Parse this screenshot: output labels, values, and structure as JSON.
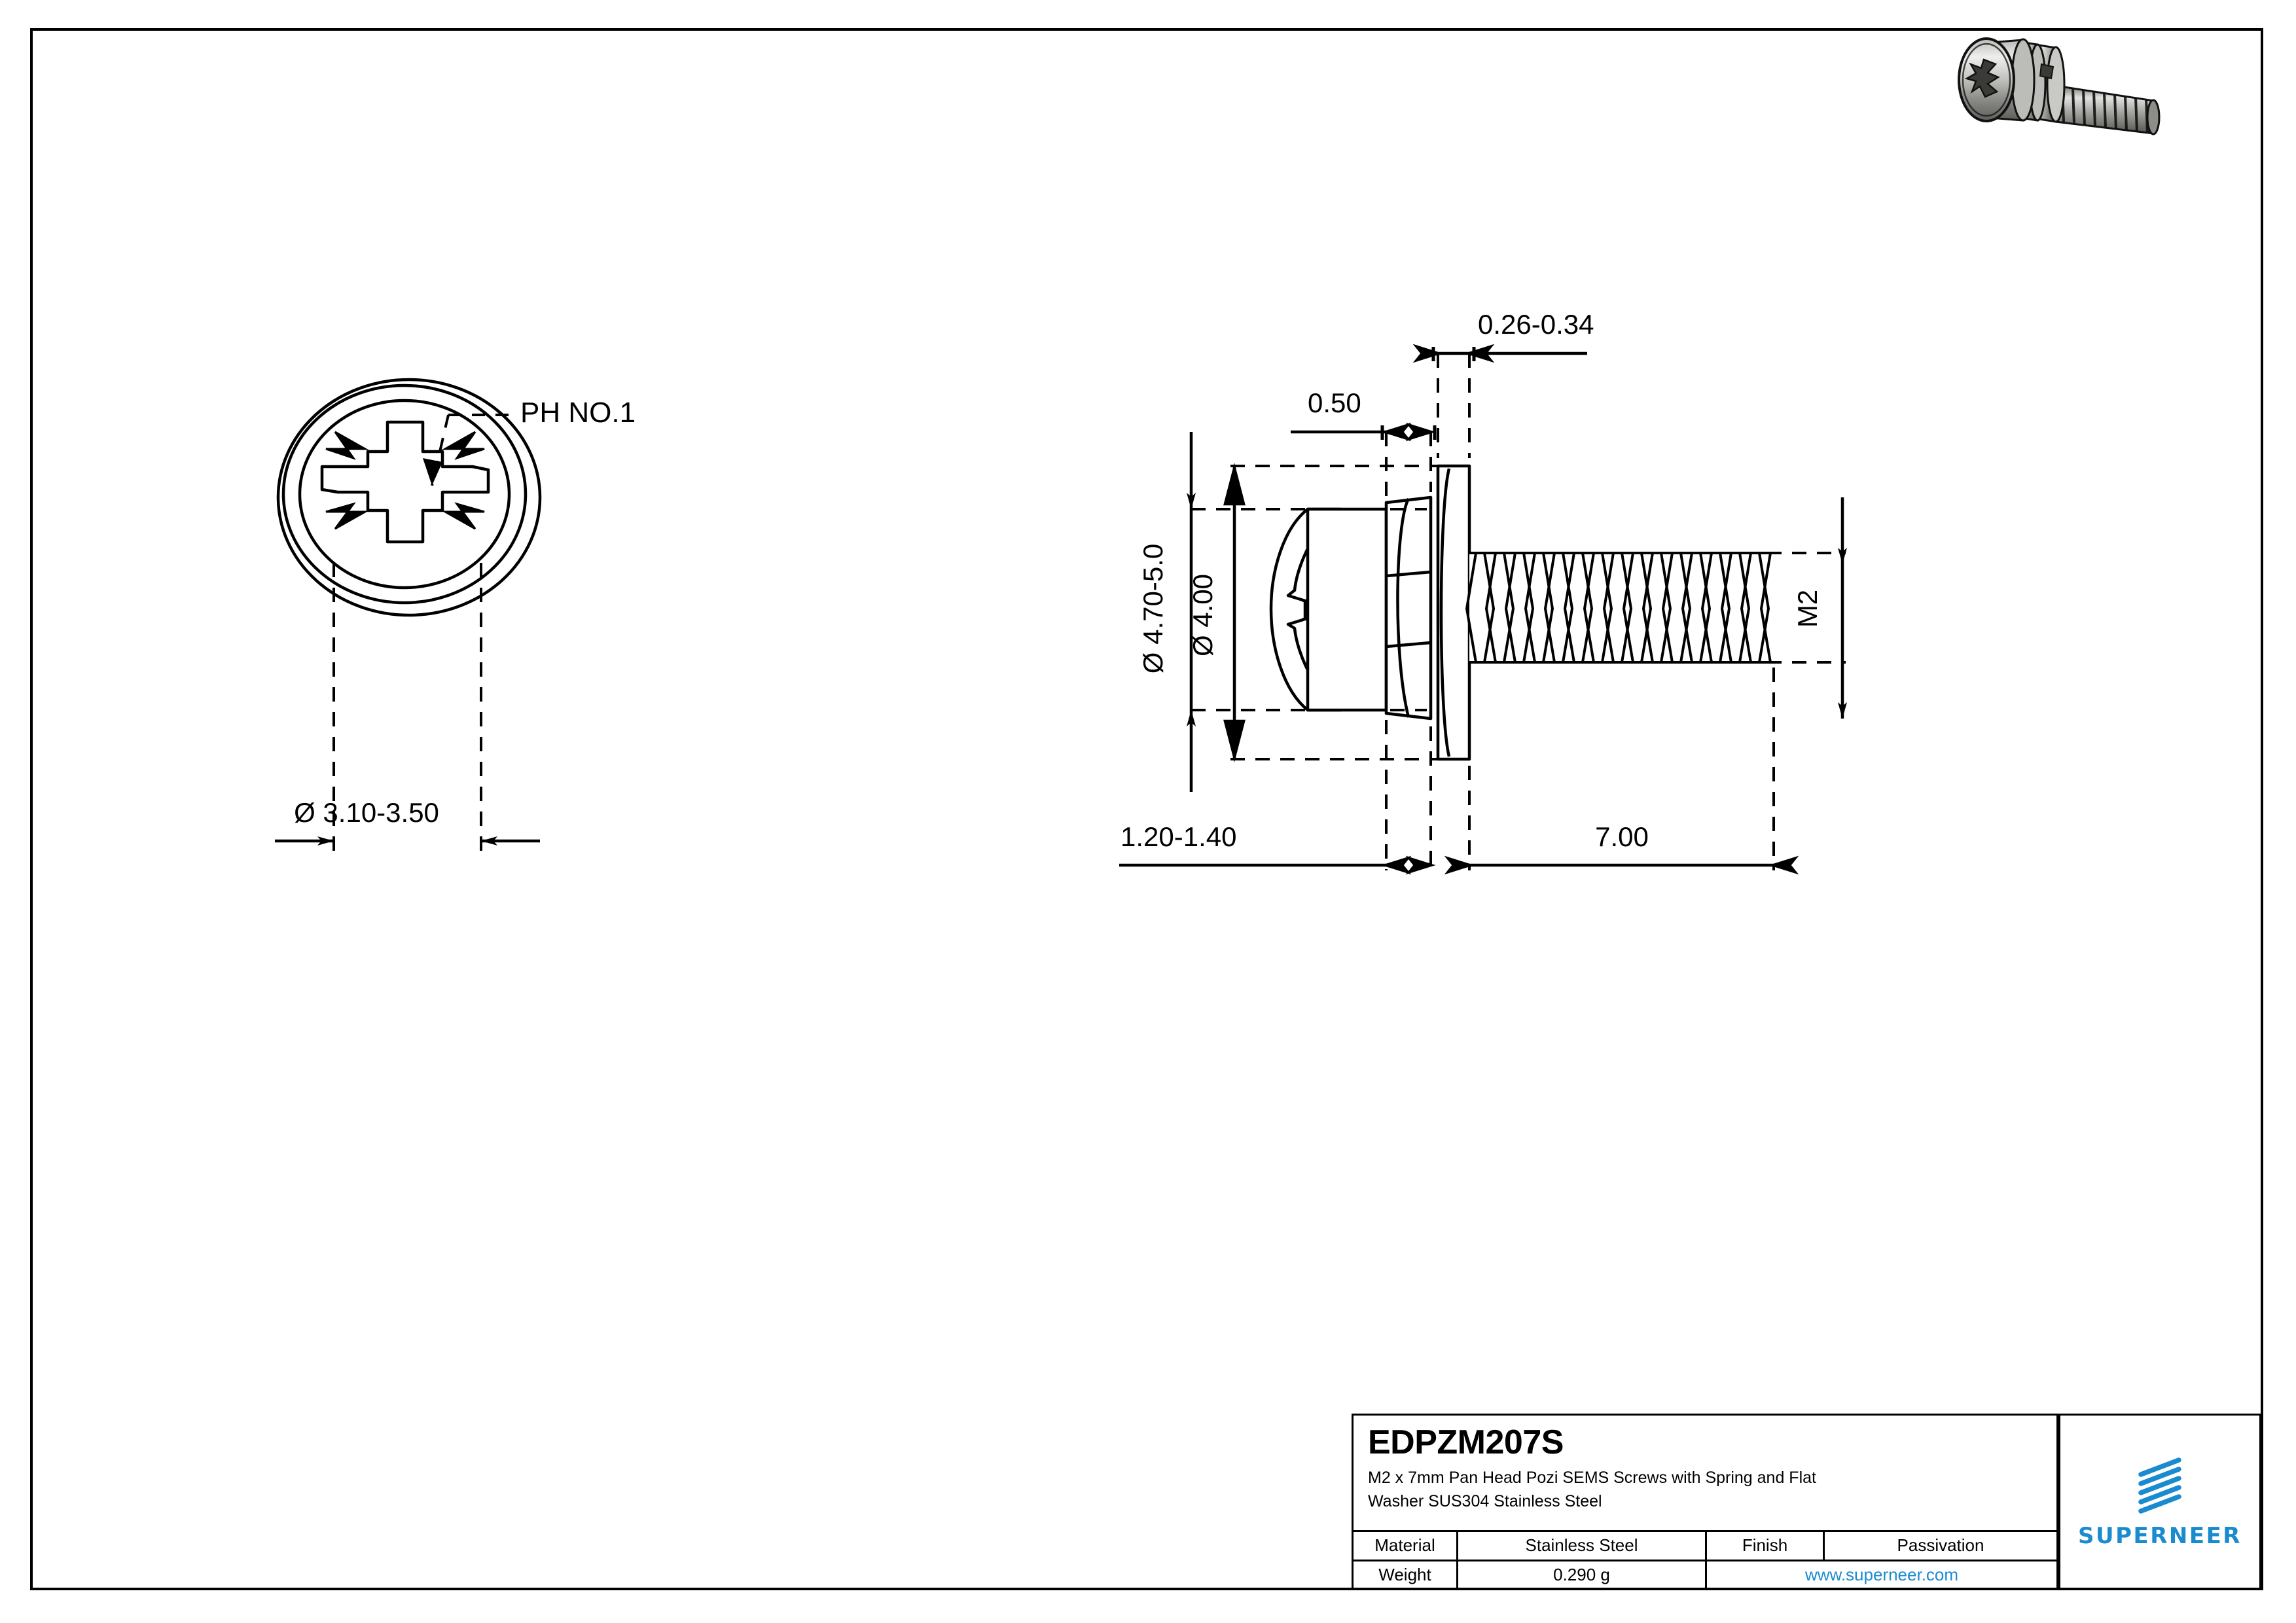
{
  "drawing": {
    "part_code": "EDPZM207S",
    "description": "M2 x 7mm Pan Head Pozi SEMS Screws with Spring and Flat Washer SUS304 Stainless Steel",
    "description_line1": "M2 x 7mm Pan Head Pozi SEMS Screws with Spring and Flat",
    "description_line2": "Washer SUS304 Stainless Steel"
  },
  "title_block": {
    "material_label": "Material",
    "material_value": "Stainless Steel",
    "finish_label": "Finish",
    "finish_value": "Passivation",
    "weight_label": "Weight",
    "weight_value": "0.290 g",
    "url": "www.superneer.com"
  },
  "logo": {
    "brand": "SUPERNEER",
    "color": "#1b8bd0"
  },
  "views": {
    "top_view": {
      "name": "head-end-view",
      "drive_callout": "PH NO.1",
      "diameter_dim": "Ø 3.10-3.50"
    },
    "side_view": {
      "name": "side-section-view",
      "washer_thickness": "0.26-0.34",
      "spring_washer_thickness": "0.50",
      "head_outer_diameter": "Ø 4.70-5.0",
      "head_diameter": "Ø 4.00",
      "head_height": "1.20-1.40",
      "thread_length": "7.00",
      "thread_size": "M2"
    }
  },
  "colors": {
    "line": "#000000",
    "accent": "#1b8bd0",
    "background": "#ffffff",
    "metal_light": "#d8d8d6",
    "metal_mid": "#a8a8a4",
    "metal_dark": "#6e6e6b"
  }
}
